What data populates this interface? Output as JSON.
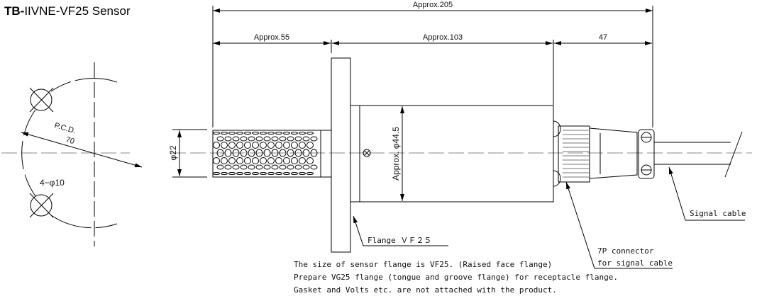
{
  "title": {
    "bold": "TB-",
    "rest": "IIVNE-VF25 Sensor"
  },
  "dimensions": {
    "overall": "Approx.205",
    "sensor_length": "Approx.55",
    "body_length": "Approx.103",
    "connector_length": "47",
    "sensor_diameter": "φ22",
    "body_diameter": "Approx. φ44.5",
    "pcd_label": "P.C.D.",
    "pcd_value": "70",
    "holes": "4−φ10"
  },
  "callouts": {
    "flange": "Flange ＶＦ２５",
    "connector_line1": "7P connector",
    "connector_line2": "for signal cable",
    "cable": "Signal cable"
  },
  "notes": [
    "The size of sensor flange is VF25.  (Raised face flange)",
    "Prepare VG25 flange (tongue and groove flange) for receptacle flange.",
    "Gasket and Volts etc. are not attached with the product."
  ]
}
